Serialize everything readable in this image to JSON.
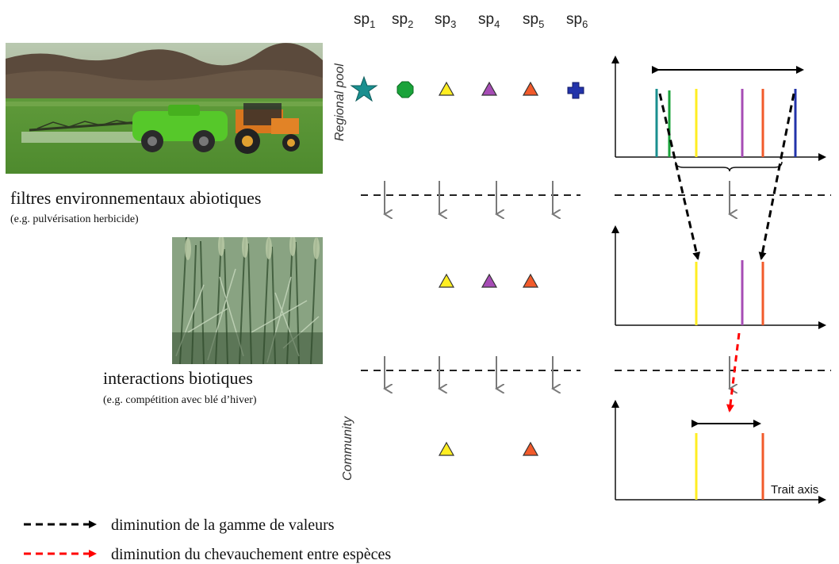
{
  "species_labels": [
    "sp1",
    "sp2",
    "sp3",
    "sp4",
    "sp5",
    "sp6"
  ],
  "labels": {
    "regional_pool": "Regional pool",
    "community": "Community",
    "trait_axis": "Trait axis",
    "filter_abiotic_title": "filtres environnementaux abiotiques",
    "filter_abiotic_example": "(e.g. pulvérisation herbicide)",
    "filter_biotic_title": "interactions biotiques",
    "filter_biotic_example": "(e.g. compétition avec blé d’hiver)"
  },
  "legend": [
    {
      "text": "diminution de la gamme de valeurs",
      "color": "#000000"
    },
    {
      "text": "diminution du chevauchement entre espèces",
      "color": "#ff0000"
    }
  ],
  "species": [
    {
      "id": "sp1",
      "shape": "star",
      "color": "#1a8f8f",
      "in_regional": true,
      "after_abiotic": false,
      "in_community": false
    },
    {
      "id": "sp2",
      "shape": "octagon",
      "color": "#1aa33a",
      "in_regional": true,
      "after_abiotic": false,
      "in_community": false
    },
    {
      "id": "sp3",
      "shape": "triangle",
      "color": "#ffee22",
      "in_regional": true,
      "after_abiotic": true,
      "in_community": true
    },
    {
      "id": "sp4",
      "shape": "triangle",
      "color": "#a64cb5",
      "in_regional": true,
      "after_abiotic": true,
      "in_community": false
    },
    {
      "id": "sp5",
      "shape": "triangle",
      "color": "#f25a2a",
      "in_regional": true,
      "after_abiotic": true,
      "in_community": true
    },
    {
      "id": "sp6",
      "shape": "cross",
      "color": "#2233aa",
      "in_regional": true,
      "after_abiotic": false,
      "in_community": false
    }
  ],
  "photos": [
    {
      "name": "tractor-spraying-photo",
      "subject": "tractor spraying herbicide"
    },
    {
      "name": "winter-wheat-photo",
      "subject": "winter wheat stand"
    }
  ]
}
